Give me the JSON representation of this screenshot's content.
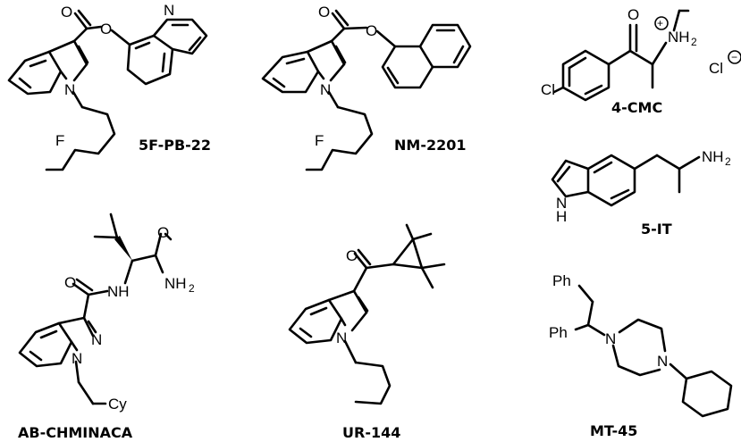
{
  "structures": [
    {
      "name": "5F-PB-22",
      "atoms": {
        "carbonyl_o": "O",
        "ester_o": "O",
        "ring_n": "N",
        "quinoline_n": "N",
        "fluorine": "F"
      }
    },
    {
      "name": "NM-2201",
      "atoms": {
        "carbonyl_o": "O",
        "ester_o": "O",
        "ring_n": "N",
        "fluorine": "F"
      }
    },
    {
      "name": "4-CMC",
      "atoms": {
        "carbonyl_o": "O",
        "chlorine": "Cl",
        "amine": "NH",
        "amine_sub": "2",
        "plus": "+",
        "counterion": "Cl",
        "minus": "−"
      }
    },
    {
      "name": "5-IT",
      "atoms": {
        "amine": "NH",
        "amine_sub": "2",
        "ring_nh": "N",
        "ring_h": "H"
      }
    },
    {
      "name": "AB-CHMINACA",
      "atoms": {
        "amide_nh": "NH",
        "amide_o": "O",
        "terminal_o": "O",
        "terminal_nh": "NH",
        "terminal_sub": "2",
        "ring_n1": "N",
        "ring_n2": "N",
        "cy": "Cy"
      }
    },
    {
      "name": "UR-144",
      "atoms": {
        "carbonyl_o": "O",
        "ring_n": "N"
      }
    },
    {
      "name": "MT-45",
      "atoms": {
        "ph1": "Ph",
        "ph2": "Ph",
        "n1": "N",
        "n2": "N"
      }
    }
  ]
}
